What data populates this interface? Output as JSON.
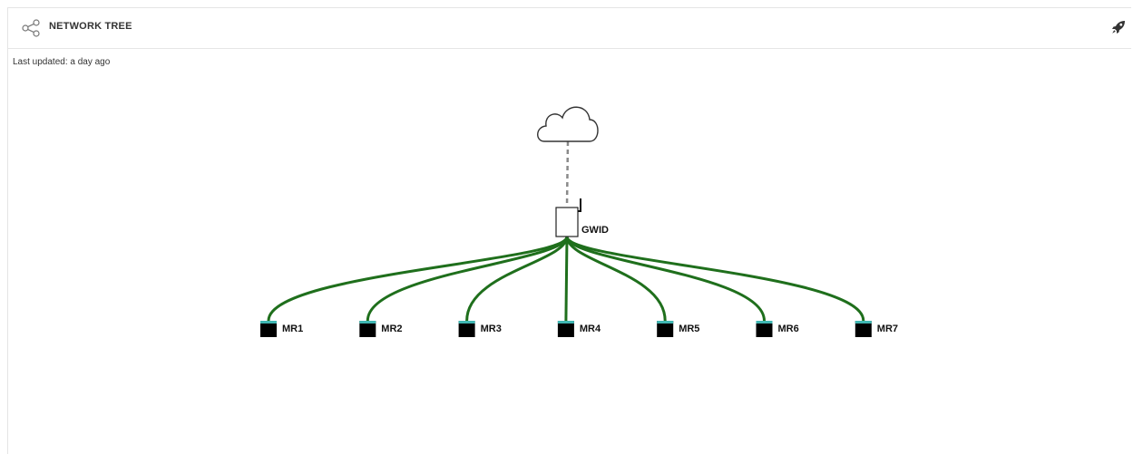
{
  "header": {
    "title": "NETWORK TREE",
    "share_icon": "share-nodes-icon",
    "action_icon": "rocket-icon"
  },
  "status": {
    "last_updated": "Last updated: a day ago"
  },
  "colors": {
    "link_green": "#1f6f1c",
    "mr_accent": "#3fb6b2",
    "node_black": "#000000",
    "uplink_gray": "#8a8a8a"
  },
  "tree": {
    "root": {
      "label": "",
      "icon": "cloud-icon"
    },
    "gateway": {
      "label": "GWID",
      "icon": "gateway-icon"
    },
    "uplink_style": "dashed",
    "nodes": [
      {
        "label": "MR1"
      },
      {
        "label": "MR2"
      },
      {
        "label": "MR3"
      },
      {
        "label": "MR4"
      },
      {
        "label": "MR5"
      },
      {
        "label": "MR6"
      },
      {
        "label": "MR7"
      }
    ]
  }
}
